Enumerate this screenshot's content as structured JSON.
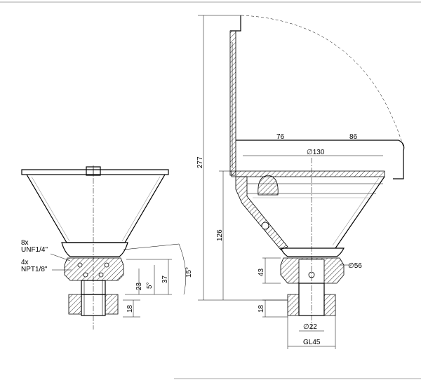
{
  "side_view": {
    "callout_thread_count": "8x",
    "callout_thread": "UNF1/4\"",
    "callout_port_count": "4x",
    "callout_port": "NPT1/8\"",
    "dim_height_23": "23",
    "dim_angle_5": "5°",
    "dim_height_37": "37",
    "dim_angle_15": "15°",
    "dim_base_18": "18"
  },
  "section_view": {
    "dim_total_height": "277",
    "dim_upper_height": "126",
    "dim_left_width": "76",
    "dim_right_width": "86",
    "dim_diameter_130": "∅130",
    "dim_diameter_56": "∅56",
    "dim_height_43": "43",
    "dim_base_18": "18",
    "dim_diameter_22": "∅22",
    "dim_thread_gl45": "GL45"
  }
}
